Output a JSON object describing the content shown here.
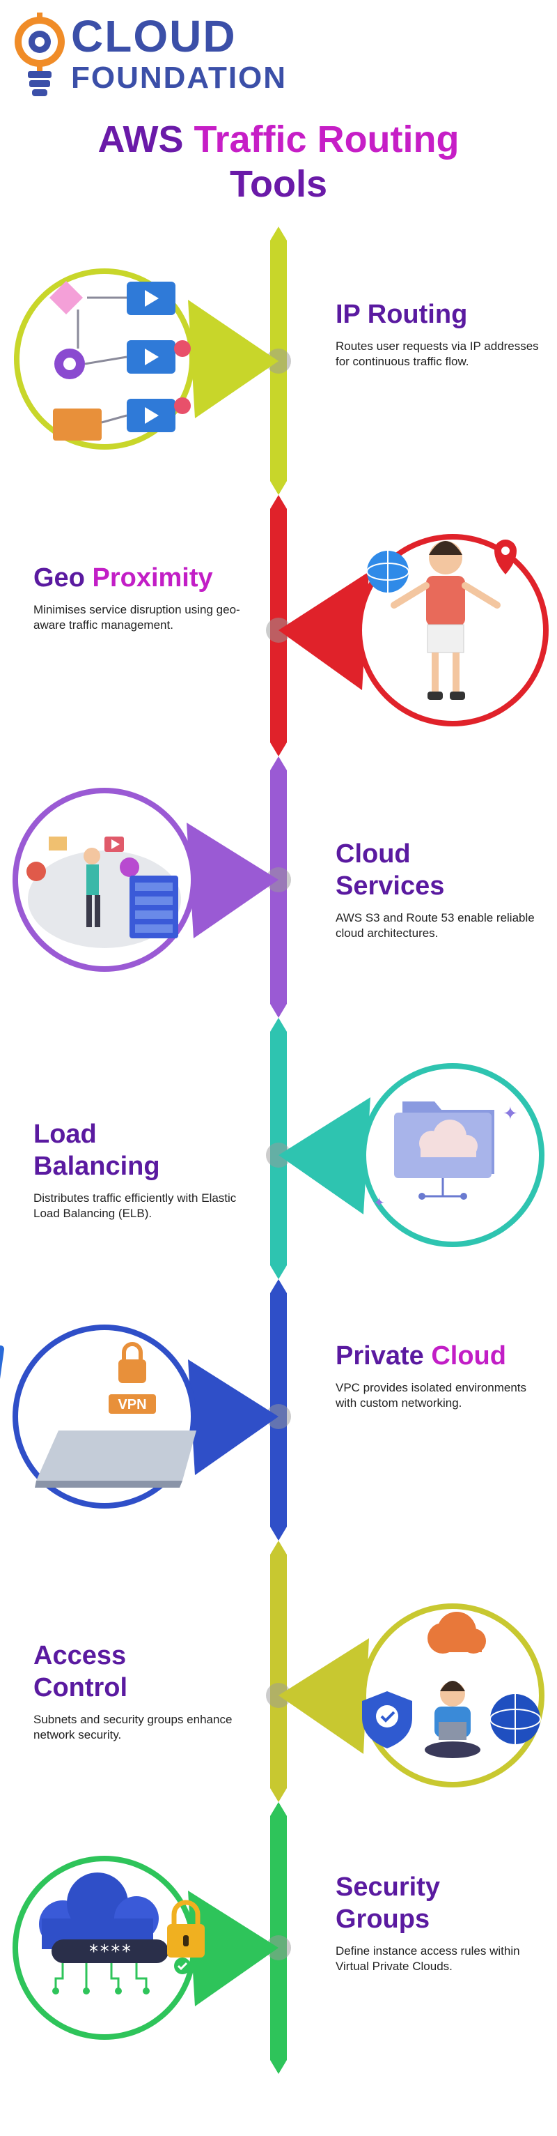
{
  "brand": {
    "line1": "CLOUD",
    "line2": "FOUNDATION",
    "icon": "lightbulb-gear-icon"
  },
  "title": {
    "part1": "AWS ",
    "part2": "Traffic Routing",
    "part3": "Tools"
  },
  "steps": [
    {
      "title_main": "IP ",
      "title_accent": "Routing",
      "desc": "Routes user requests via IP addresses for continuous traffic flow.",
      "color": "#c8d62a",
      "illustration": "workflow-video-icon"
    },
    {
      "title_main": "Geo ",
      "title_accent": "Proximity",
      "desc": "Minimises service disruption using geo-aware traffic management.",
      "color": "#e0222a",
      "illustration": "person-globe-location-icon"
    },
    {
      "title_main": "Cloud",
      "title_main2": "Services",
      "desc": "AWS S3 and Route 53 enable reliable cloud architectures.",
      "color": "#9a5ad4",
      "illustration": "person-server-icon"
    },
    {
      "title_main": "Load",
      "title_main2": "Balancing",
      "desc": "Distributes traffic efficiently with Elastic Load Balancing (ELB).",
      "color": "#2ec4b0",
      "illustration": "cloud-folder-icon"
    },
    {
      "title_main": "Private ",
      "title_accent": "Cloud",
      "desc": "VPC provides isolated environments with custom networking.",
      "color": "#2f4fc8",
      "illustration": "vpn-laptop-icon"
    },
    {
      "title_main": "Access",
      "title_main2": "Control",
      "desc": "Subnets and security groups enhance network security.",
      "color": "#c8c830",
      "illustration": "person-shield-globe-icon"
    },
    {
      "title_main": "Security",
      "title_main2": "Groups",
      "desc": "Define instance access rules within Virtual Private Clouds.",
      "color": "#2ec45a",
      "illustration": "cloud-password-lock-icon"
    }
  ]
}
